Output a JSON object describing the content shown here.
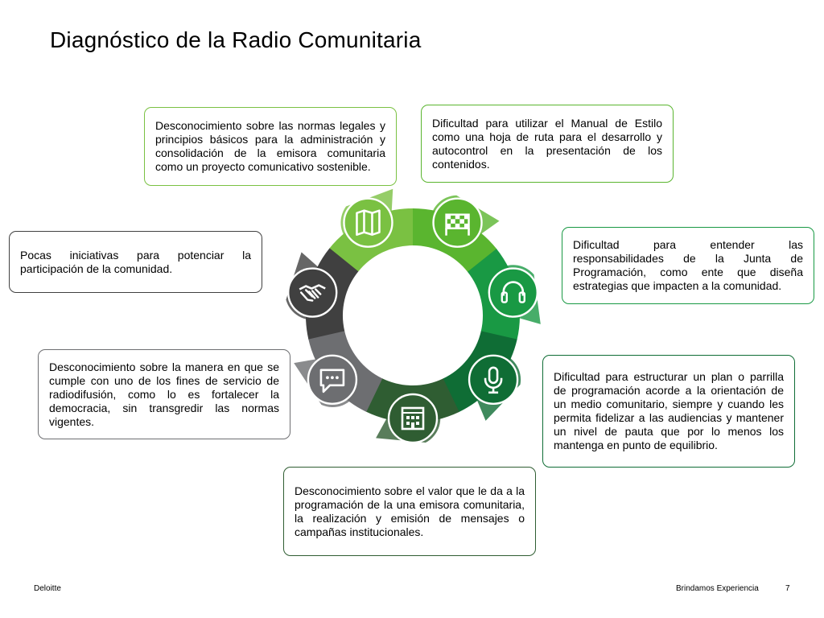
{
  "title": "Diagnóstico de la Radio Comunitaria",
  "boxes": [
    {
      "text": "Desconocimiento sobre las normas legales y principios básicos para la administración y consolidación de la emisora comunitaria como un proyecto comunicativo sostenible.",
      "border": "#7ac142"
    },
    {
      "text": "Dificultad para utilizar el Manual de Estilo como una hoja de ruta para el desarrollo y autocontrol en la presentación de los contenidos.",
      "border": "#5ab52f"
    },
    {
      "text": "Dificultad para entender las responsabilidades de la Junta de Programación, como ente que diseña estrategias que impacten a la comunidad.",
      "border": "#199944"
    },
    {
      "text": "Dificultad para estructurar un plan o parrilla de programación acorde a la orientación de un medio comunitario, siempre y cuando les permita fidelizar a las audiencias y mantener un nivel de pauta que por lo menos los mantenga en punto de equilibrio.",
      "border": "#0f6d35"
    },
    {
      "text": "Desconocimiento sobre el valor que le da a la programación de la una emisora comunitaria, la realización y emisión de mensajes o campañas institucionales.",
      "border": "#2f5d32"
    },
    {
      "text": "Desconocimiento sobre la manera en que se cumple con uno de los fines de servicio de radiodifusión, como lo es fortalecer la democracia, sin transgredir las normas vigentes.",
      "border": "#6d6e71"
    },
    {
      "text": "Pocas iniciativas para potenciar la participación de la comunidad.",
      "border": "#404040"
    }
  ],
  "icons": [
    "map-icon",
    "checkered-flag-icon",
    "headphones-icon",
    "microphone-icon",
    "building-icon",
    "chat-icon",
    "handshake-icon"
  ],
  "segment_colors": [
    "#7ac142",
    "#5ab52f",
    "#199944",
    "#0f6d35",
    "#2f5d32",
    "#6d6e71",
    "#404040"
  ],
  "footer": {
    "left": "Deloitte",
    "right": "Brindamos Experiencia",
    "page": "7"
  }
}
